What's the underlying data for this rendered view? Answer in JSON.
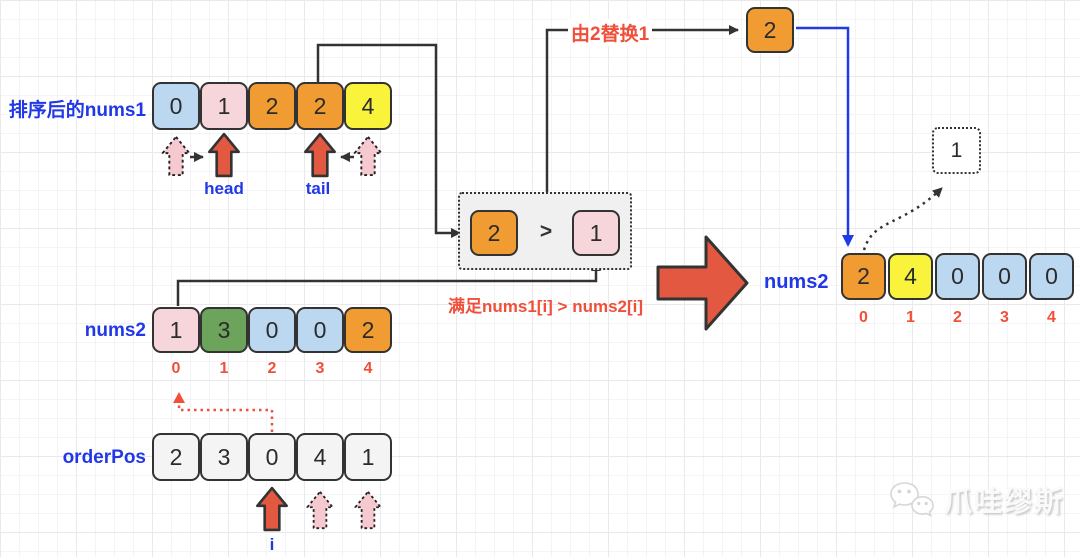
{
  "colors": {
    "label_blue": "#2038E8",
    "red_text": "#F0503A",
    "line_black": "#333333",
    "line_blue": "#1F3BE8",
    "cell_orange": "#F09C32",
    "cell_yellow": "#F9F33B",
    "cell_light_blue": "#BCD8F0",
    "cell_pink": "#F7D6DB",
    "cell_green": "#6BA45A",
    "cell_gray": "#F4F4F4",
    "arrow_red": "#E25840",
    "arrow_pink_ghost": "#F6C9D0"
  },
  "nums1": {
    "label": "排序后的nums1",
    "cells": [
      {
        "value": "0",
        "color": "light_blue"
      },
      {
        "value": "1",
        "color": "pink"
      },
      {
        "value": "2",
        "color": "orange"
      },
      {
        "value": "2",
        "color": "orange"
      },
      {
        "value": "4",
        "color": "yellow"
      }
    ],
    "head_label": "head",
    "tail_label": "tail"
  },
  "replace_flow": {
    "text": "由2替换1",
    "box_value": "2"
  },
  "comparison": {
    "left_value": "2",
    "operator": ">",
    "right_value": "1",
    "caption": "满足nums1[i] > nums2[i]"
  },
  "nums2": {
    "label": "nums2",
    "cells": [
      {
        "value": "1",
        "color": "pink"
      },
      {
        "value": "3",
        "color": "green"
      },
      {
        "value": "0",
        "color": "light_blue"
      },
      {
        "value": "0",
        "color": "light_blue"
      },
      {
        "value": "2",
        "color": "orange"
      }
    ],
    "indices": [
      "0",
      "1",
      "2",
      "3",
      "4"
    ]
  },
  "orderpos": {
    "label": "orderPos",
    "cells": [
      {
        "value": "2"
      },
      {
        "value": "3"
      },
      {
        "value": "0"
      },
      {
        "value": "4"
      },
      {
        "value": "1"
      }
    ],
    "pointer_label": "i"
  },
  "result": {
    "label": "nums2",
    "removed_value": "1",
    "cells": [
      {
        "value": "2",
        "color": "orange"
      },
      {
        "value": "4",
        "color": "yellow"
      },
      {
        "value": "0",
        "color": "light_blue"
      },
      {
        "value": "0",
        "color": "light_blue"
      },
      {
        "value": "0",
        "color": "light_blue"
      }
    ],
    "indices": [
      "0",
      "1",
      "2",
      "3",
      "4"
    ]
  },
  "watermark": {
    "text": "爪哇缪斯"
  }
}
